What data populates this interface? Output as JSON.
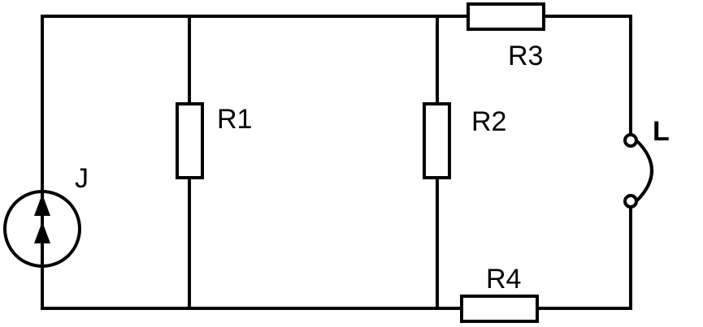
{
  "diagram": {
    "type": "electrical-circuit",
    "line_color": "#000000",
    "background_color": "#ffffff",
    "components": {
      "source_j": {
        "label": "J",
        "kind": "current-source",
        "icon": "current-source-icon"
      },
      "r1": {
        "label": "R1",
        "kind": "resistor"
      },
      "r2": {
        "label": "R2",
        "kind": "resistor"
      },
      "r3": {
        "label": "R3",
        "kind": "resistor"
      },
      "r4": {
        "label": "R4",
        "kind": "resistor"
      },
      "l": {
        "label": "L",
        "kind": "inductor-terminals",
        "icon": "inductor-icon"
      }
    }
  }
}
